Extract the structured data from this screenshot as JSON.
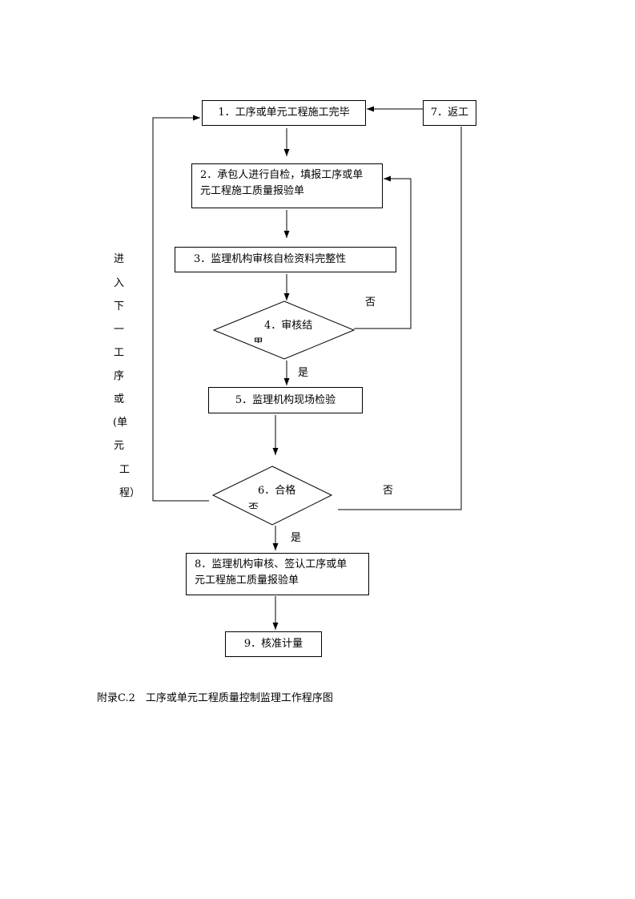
{
  "flow": {
    "step1": "1．工序或单元工程施工完毕",
    "step2_line1": "2．承包人进行自检，填报工序或单",
    "step2_line2": "元工程施工质量报验单",
    "step3": "3．监理机构审核自检资料完整性",
    "step4_line1": "4．审核结",
    "step4_line2": "果",
    "step5": "5．监理机构现场检验",
    "step6_line1": "6．合格",
    "step6_line2": "否",
    "step7": "7．返工",
    "step8_line1": "8．监理机构审核、签认工序或单",
    "step8_line2": "元工程施工质量报验单",
    "step9": "9．核准计量"
  },
  "labels": {
    "no_upper": "否",
    "yes_upper": "是",
    "no_lower": "否",
    "yes_lower": "是"
  },
  "side_text": [
    "进",
    "入",
    "下",
    "一",
    "工",
    "序",
    "或",
    "(单",
    "元",
    "工",
    "程）"
  ],
  "caption": "附录C.2　工序或单元工程质量控制监理工作程序图"
}
